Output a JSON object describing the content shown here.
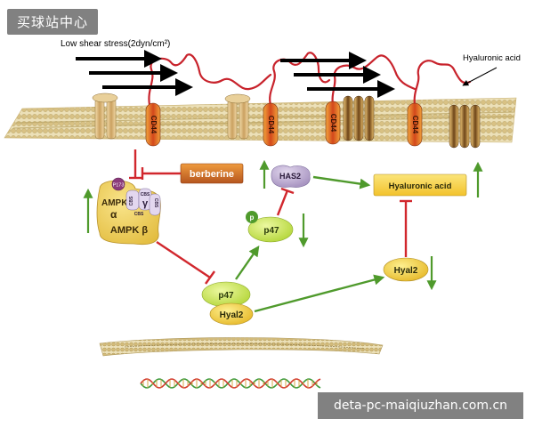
{
  "watermarks": {
    "top_left": "买球站中心",
    "bottom_right": "deta-pc-maiqiuzhan.com.cn"
  },
  "labels": {
    "shear": "Low shear stress(2dyn/cm²)",
    "hyaluronic_acid_top": "Hyaluronic acid",
    "cd44": "CD44",
    "berberine": "berberine",
    "has2": "HAS2",
    "hyaluronic_acid_box": "Hyaluronic acid",
    "p173": "P173",
    "cbs": "CBS",
    "ampk_alpha": "AMPK",
    "alpha": "α",
    "gamma": "γ",
    "ampk_beta": "AMPK β",
    "p": "p",
    "p47": "p47",
    "hyal2": "Hyal2"
  },
  "colors": {
    "activation": "#4f9a2c",
    "inhibition": "#d1272d",
    "cd44": "#d2571c",
    "hyaluronan": "#c8232c",
    "membrane": "#e0c98f",
    "box_yellow": "#f6d24a",
    "green_blob": "#c9e44a",
    "brown_box": "#9c5e2c"
  }
}
